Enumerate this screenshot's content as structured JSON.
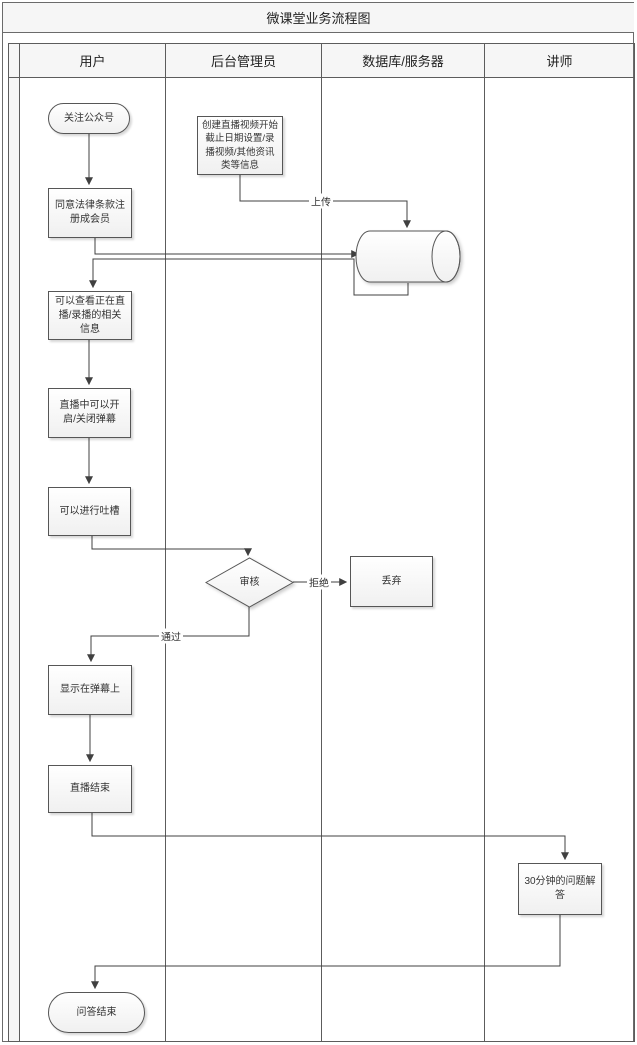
{
  "title": "微课堂业务流程图",
  "lanes": [
    {
      "label": "用户"
    },
    {
      "label": "后台管理员"
    },
    {
      "label": "数据库/服务器"
    },
    {
      "label": "讲师"
    }
  ],
  "nodes": [
    {
      "id": "follow",
      "type": "terminator",
      "lane": "用户",
      "label": "关注公众号"
    },
    {
      "id": "register",
      "type": "process",
      "lane": "用户",
      "label": "同意法律条款注册成会员"
    },
    {
      "id": "create-content",
      "type": "process",
      "lane": "后台管理员",
      "label": "创建直播视频开始截止日期设置/录播视频/其他资讯类等信息"
    },
    {
      "id": "database",
      "type": "direct-data-cylinder",
      "lane": "数据库/服务器",
      "label": ""
    },
    {
      "id": "view-info",
      "type": "process",
      "lane": "用户",
      "label": "可以查看正在直播/录播的相关信息"
    },
    {
      "id": "toggle-danmaku",
      "type": "process",
      "lane": "用户",
      "label": "直播中可以开启/关闭弹幕"
    },
    {
      "id": "tucao",
      "type": "process",
      "lane": "用户",
      "label": "可以进行吐槽"
    },
    {
      "id": "review",
      "type": "decision",
      "lane": "后台管理员",
      "label": "审核"
    },
    {
      "id": "discard",
      "type": "process",
      "lane": "数据库/服务器",
      "label": "丢弃"
    },
    {
      "id": "show-danmaku",
      "type": "process",
      "lane": "用户",
      "label": "显示在弹幕上"
    },
    {
      "id": "live-end",
      "type": "process",
      "lane": "用户",
      "label": "直播结束"
    },
    {
      "id": "qa-30min",
      "type": "process",
      "lane": "讲师",
      "label": "30分钟的问题解答"
    },
    {
      "id": "qa-end",
      "type": "terminator",
      "lane": "用户",
      "label": "问答结束"
    }
  ],
  "edge_labels": {
    "upload": "上传",
    "reject": "拒绝",
    "pass": "通过"
  },
  "colors": {
    "line": "#404040",
    "shape_border": "#565656",
    "shape_fill_top": "#ffffff",
    "shape_fill_bottom": "#f0f0f0",
    "header_bg": "#f6f6f6"
  }
}
